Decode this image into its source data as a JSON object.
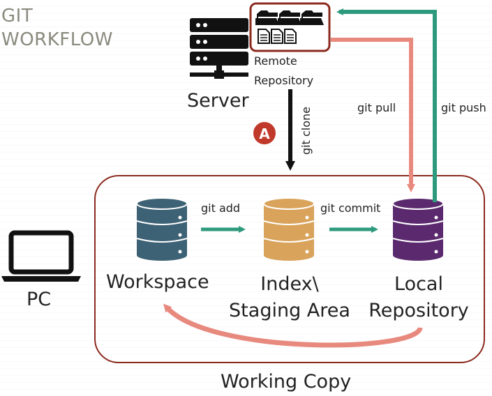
{
  "title_line1": "GIT",
  "title_line2": "WORKFLOW",
  "server_label": "Server",
  "remote_repo_line1": "Remote",
  "remote_repo_line2": "Repository",
  "pc_label": "PC",
  "working_copy_label": "Working Copy",
  "workspace_label": "Workspace",
  "index_label_line1": "Index\\",
  "index_label_line2": "Staging Area",
  "local_repo_line1": "Local",
  "local_repo_line2": "Repository",
  "cmd_git_add": "git add",
  "cmd_git_commit": "git commit",
  "cmd_git_pull": "git pull",
  "cmd_git_push": "git push",
  "cmd_git_clone": "git clone",
  "badge_letter": "A",
  "colors": {
    "teal": "#2e9a7d",
    "salmon": "#e8897e",
    "frame": "#8b2a1e",
    "workspace_db": "#3e6275",
    "index_db": "#d9a35b",
    "local_db": "#5b2a6e",
    "badge": "#c0392b"
  }
}
